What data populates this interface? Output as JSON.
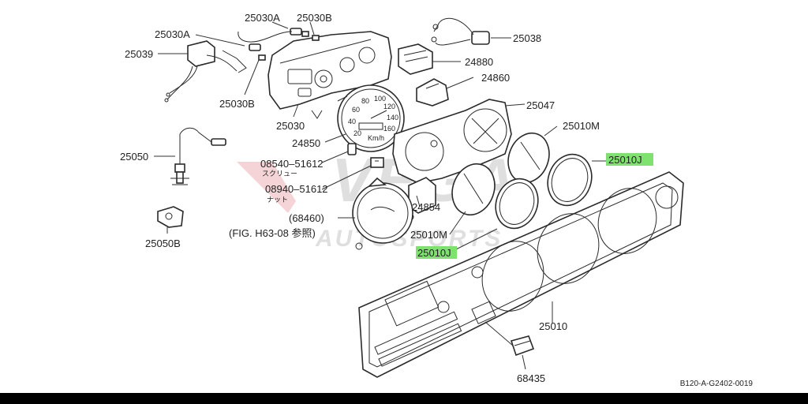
{
  "diagram": {
    "labels": {
      "l25030A_top": "25030A",
      "l25030B_top": "25030B",
      "l25030A_left": "25030A",
      "l25039": "25039",
      "l25030B_low": "25030B",
      "l25030": "25030",
      "l24850": "24850",
      "l25038": "25038",
      "l24880": "24880",
      "l24860": "24860",
      "l25047": "25047",
      "l25010M_top": "25010M",
      "l25010J_right": "25010J",
      "l25050": "25050",
      "l08540": "08540–51612",
      "l08540_sub": "スクリュー",
      "l08940": "08940–51612",
      "l08940_sub": "ナット",
      "l68460": "(68460)",
      "l_fig": "(FIG. H63-08 参照)",
      "l24854": "24854",
      "l25010M_low": "25010M",
      "l25010J_low": "25010J",
      "l25050B": "25050B",
      "l25010": "25010",
      "l68435": "68435"
    },
    "gauge_text": {
      "ticks": [
        "20",
        "40",
        "60",
        "80",
        "100",
        "120",
        "140",
        "160"
      ],
      "unit": "Km/h"
    },
    "watermark": {
      "logo": "VEGA",
      "subtext": "AUTOSPORTS"
    },
    "highlight_color": "#7fe26f",
    "reference_code": "B120-A-G2402-0019"
  }
}
